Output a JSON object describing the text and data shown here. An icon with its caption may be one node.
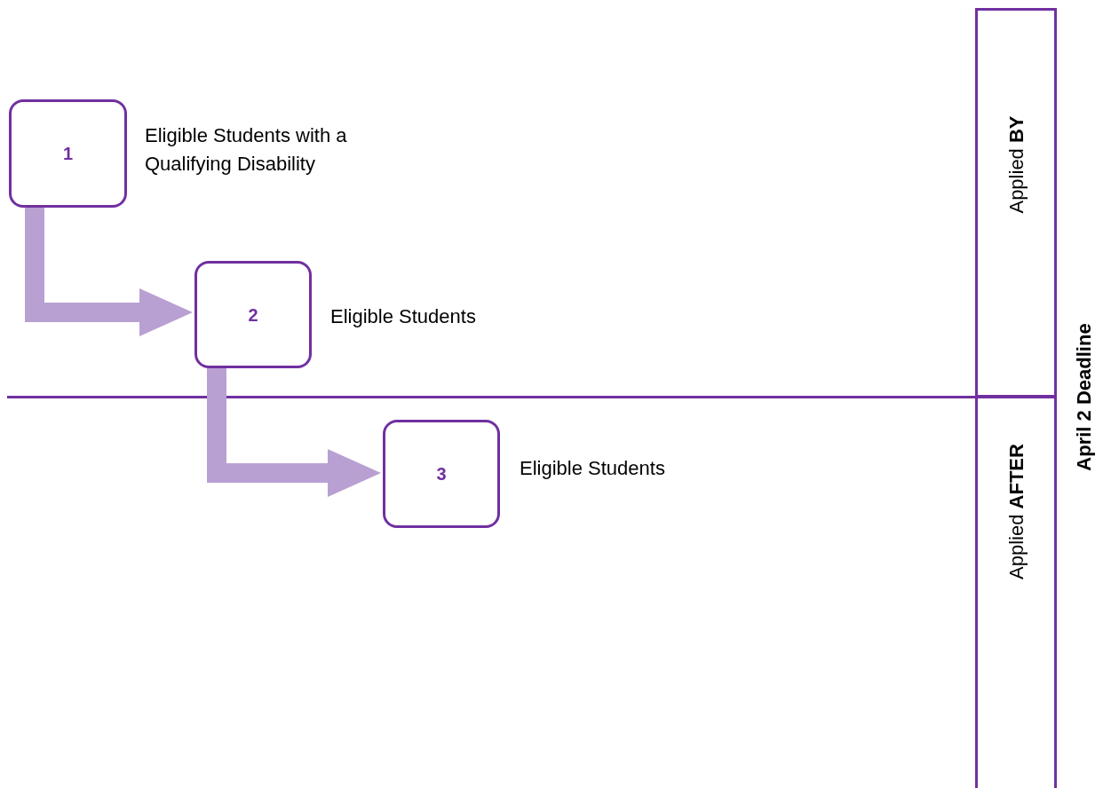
{
  "diagram": {
    "nodes": [
      {
        "text": [
          "1"
        ],
        "beside": [
          "Eligible Students with a Qualifying Disability"
        ]
      },
      {
        "text": [
          "2"
        ],
        "beside": [
          "Eligible Students"
        ]
      },
      {
        "text": [
          "3"
        ],
        "beside": [
          "Eligible Students"
        ]
      },
      {
        "text": [
          "Applied **BY**"
        ]
      },
      {
        "text": [
          "Applied **AFTER**"
        ]
      }
    ],
    "edges": [
      {
        "from": 0,
        "to": 1,
        "arrow": "to"
      },
      {
        "from": 1,
        "to": 2,
        "arrow": "to"
      }
    ],
    "labels": [
      "April 2 Deadline"
    ]
  }
}
